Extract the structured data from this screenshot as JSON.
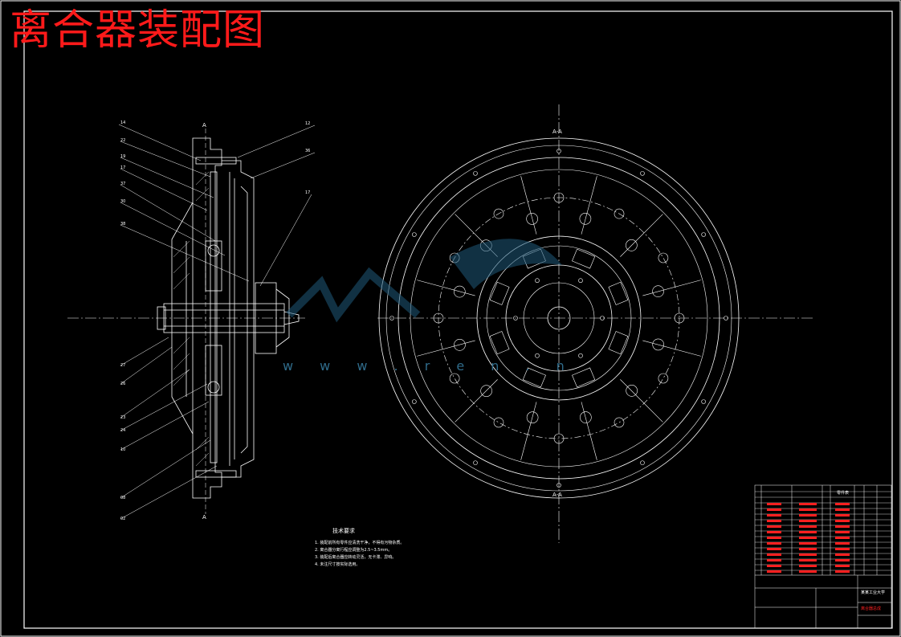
{
  "drawing_title": "离合器装配图",
  "section_label_left": "A",
  "section_label_view": "A-A",
  "watermark": {
    "site": "w w w . r e n . n"
  },
  "technical_requirements": {
    "heading": "技术要求",
    "lines": [
      "1. 装配前所有零件应清洗干净，不得有污物杂质。",
      "2. 离合器分离行程应调整为2.5~3.5mm。",
      "3. 装配后离合器应转动灵活，无卡滞、异响。",
      "4. 未注尺寸按实际选用。"
    ]
  },
  "title_block": {
    "heading": "零件表",
    "school": "某某工业大学",
    "name": "离合器总成"
  },
  "colors": {
    "line": "#ffffff",
    "title": "#ff1a1a",
    "watermark": "#2f7ca8",
    "red_text": "#ff2020"
  }
}
